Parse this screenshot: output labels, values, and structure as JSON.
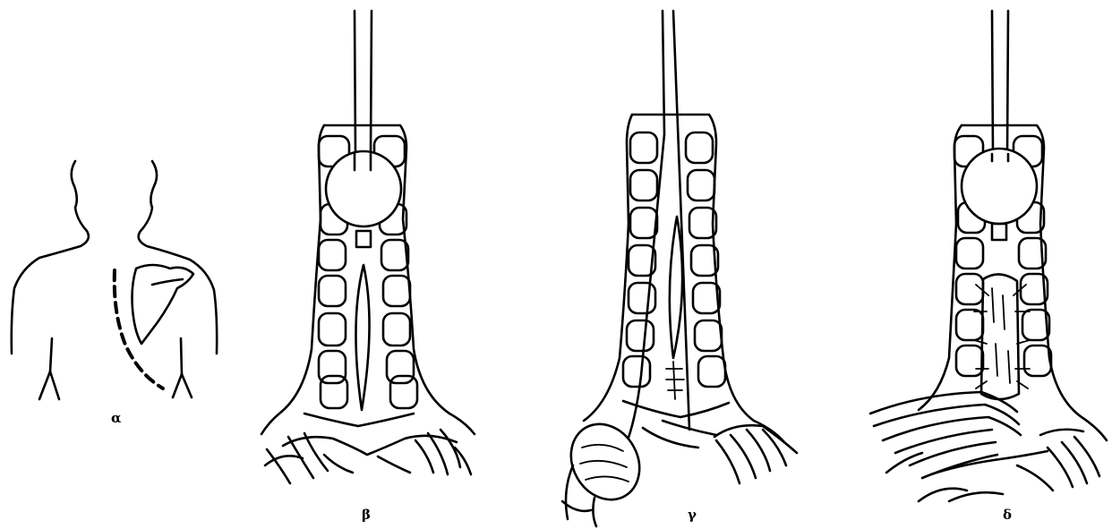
{
  "panels": [
    {
      "id": "a",
      "label": "α"
    },
    {
      "id": "b",
      "label": "β"
    },
    {
      "id": "c",
      "label": "γ"
    },
    {
      "id": "d",
      "label": "δ"
    }
  ],
  "colors": {
    "ink": "#000000",
    "background": "#ffffff"
  }
}
